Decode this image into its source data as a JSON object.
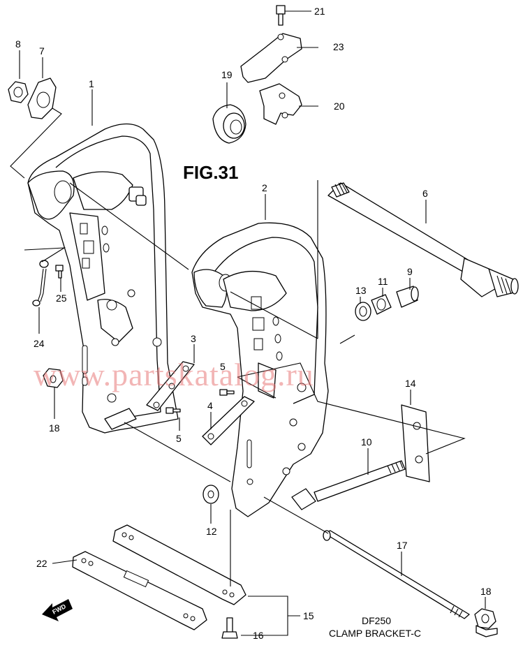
{
  "figure": {
    "title": "FIG.31",
    "caption_model": "DF250",
    "caption_name": "CLAMP BRACKET-C"
  },
  "watermark": "www.partskatalog.ru",
  "fwd_label": "FWD",
  "callouts": [
    "1",
    "2",
    "3",
    "4",
    "5",
    "5",
    "6",
    "7",
    "8",
    "9",
    "10",
    "11",
    "12",
    "13",
    "14",
    "15",
    "16",
    "17",
    "18",
    "18",
    "19",
    "20",
    "21",
    "22",
    "23",
    "24",
    "25"
  ],
  "colors": {
    "line": "#000000",
    "watermark": "#e87a7a",
    "background": "#ffffff"
  }
}
